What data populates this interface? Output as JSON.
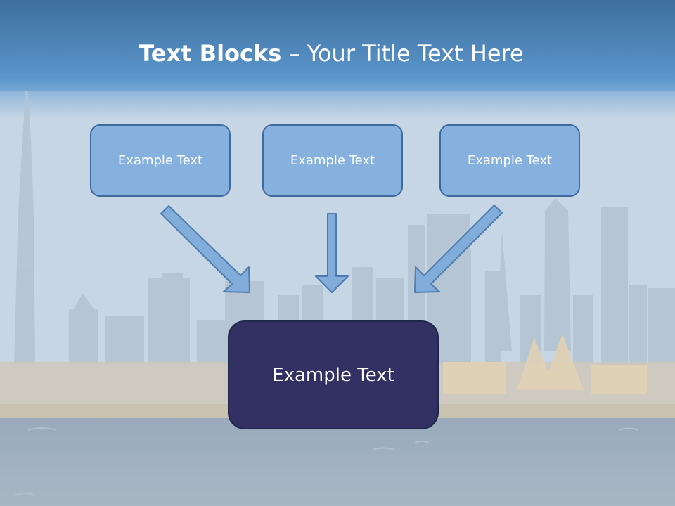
{
  "slide": {
    "title_bold": "Text Blocks",
    "title_dash": " – ",
    "title_rest": "Your Title Text Here"
  },
  "blocks": {
    "top": [
      "Example Text",
      "Example Text",
      "Example Text"
    ],
    "center": "Example Text"
  },
  "colors": {
    "banner_top": "#3f6f9d",
    "banner_bottom": "#5a95cb",
    "sky": "#c6d6e4",
    "box_fill": "#86b0dd",
    "box_border": "#3e6a9e",
    "center_fill": "#333063",
    "arrow_fill": "#82acd9",
    "arrow_stroke": "#4e7cb0",
    "sea": "#8ea2b4"
  }
}
